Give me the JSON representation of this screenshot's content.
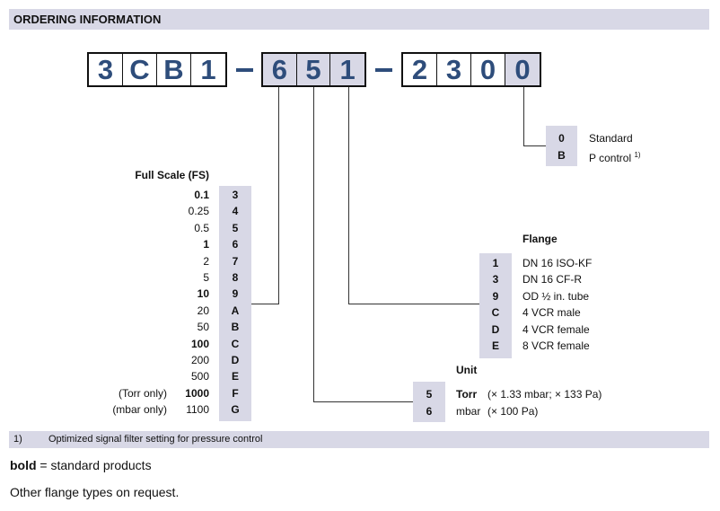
{
  "title": "ORDERING INFORMATION",
  "code": {
    "g1": [
      "3",
      "C",
      "B",
      "1"
    ],
    "g2": [
      "6",
      "5",
      "1"
    ],
    "g3": [
      "2",
      "3",
      "0",
      "0"
    ]
  },
  "full_scale": {
    "label": "Full Scale (FS)",
    "rows": [
      {
        "value": "0.1",
        "code": "3",
        "bold": true,
        "note": ""
      },
      {
        "value": "0.25",
        "code": "4",
        "bold": false,
        "note": ""
      },
      {
        "value": "0.5",
        "code": "5",
        "bold": false,
        "note": ""
      },
      {
        "value": "1",
        "code": "6",
        "bold": true,
        "note": ""
      },
      {
        "value": "2",
        "code": "7",
        "bold": false,
        "note": ""
      },
      {
        "value": "5",
        "code": "8",
        "bold": false,
        "note": ""
      },
      {
        "value": "10",
        "code": "9",
        "bold": true,
        "note": ""
      },
      {
        "value": "20",
        "code": "A",
        "bold": false,
        "note": ""
      },
      {
        "value": "50",
        "code": "B",
        "bold": false,
        "note": ""
      },
      {
        "value": "100",
        "code": "C",
        "bold": true,
        "note": ""
      },
      {
        "value": "200",
        "code": "D",
        "bold": false,
        "note": ""
      },
      {
        "value": "500",
        "code": "E",
        "bold": false,
        "note": ""
      },
      {
        "value": "1000",
        "code": "F",
        "bold": true,
        "note": "(Torr only)"
      },
      {
        "value": "1100",
        "code": "G",
        "bold": false,
        "note": "(mbar only)"
      }
    ]
  },
  "option": {
    "rows": [
      {
        "code": "0",
        "text": "Standard",
        "sup": ""
      },
      {
        "code": "B",
        "text": "P control",
        "sup": "1)"
      }
    ]
  },
  "flange": {
    "label": "Flange",
    "rows": [
      {
        "code": "1",
        "text": "DN 16 ISO-KF"
      },
      {
        "code": "3",
        "text": "DN 16 CF-R"
      },
      {
        "code": "9",
        "text": "OD ½ in. tube"
      },
      {
        "code": "C",
        "text": "4 VCR male"
      },
      {
        "code": "D",
        "text": "4 VCR female"
      },
      {
        "code": "E",
        "text": "8 VCR female"
      }
    ]
  },
  "unit": {
    "label": "Unit",
    "rows": [
      {
        "code": "5",
        "name": "Torr",
        "text": "(× 1.33 mbar; × 133 Pa)",
        "bold": true
      },
      {
        "code": "6",
        "name": "mbar",
        "text": "(× 100 Pa)",
        "bold": false
      }
    ]
  },
  "footnote": {
    "mark": "1)",
    "text": "Optimized signal filter setting for pressure control"
  },
  "legend": {
    "bold_word": "bold",
    "rest": " = standard products"
  },
  "other": "Other flange types on request."
}
